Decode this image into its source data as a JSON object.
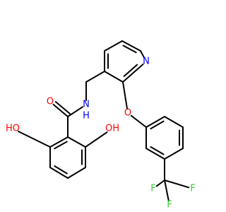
{
  "colors": {
    "bond": "#000000",
    "O": "#ff0000",
    "N": "#0000ff",
    "F": "#33cc33"
  },
  "atoms": [
    {
      "id": "O_carbonyl",
      "text": "O",
      "element": "O"
    },
    {
      "id": "N_amide",
      "text": "N",
      "element": "N"
    },
    {
      "id": "H_amide",
      "text": "H",
      "element": "N"
    },
    {
      "id": "N_pyridine",
      "text": "N",
      "element": "N"
    },
    {
      "id": "O_ether",
      "text": "O",
      "element": "O"
    },
    {
      "id": "OH_left",
      "text": "HO",
      "element": "O"
    },
    {
      "id": "OH_right",
      "text": "OH",
      "element": "O"
    },
    {
      "id": "F_left",
      "text": "F",
      "element": "F"
    },
    {
      "id": "F_right",
      "text": "F",
      "element": "F"
    },
    {
      "id": "F_bottom",
      "text": "F",
      "element": "F"
    }
  ]
}
